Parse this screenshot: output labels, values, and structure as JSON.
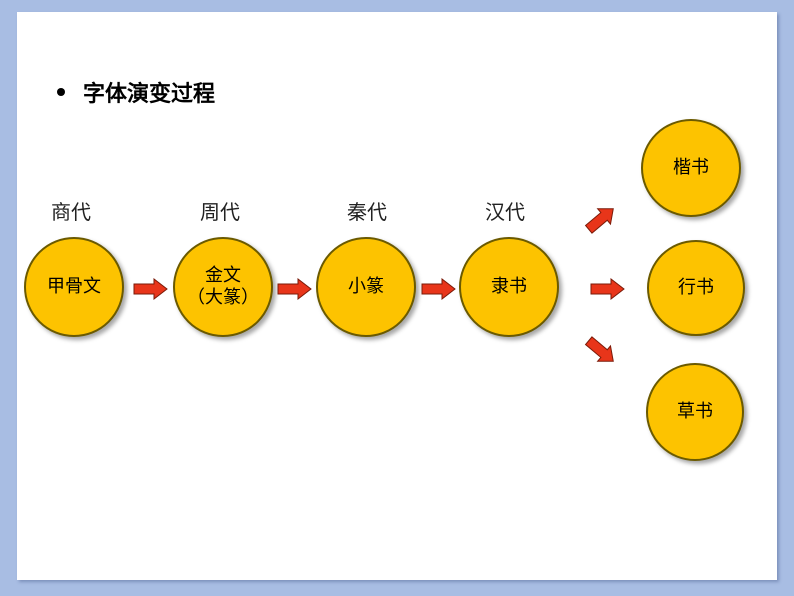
{
  "title": "字体演变过程",
  "colors": {
    "circle_fill": "#fdc300",
    "circle_border": "#6b5a00",
    "arrow_fill": "#e8351a",
    "frame": "#a8bde3"
  },
  "eras": [
    "商代",
    "周代",
    "秦代",
    "汉代"
  ],
  "nodes": {
    "jiaguwen": "甲骨文",
    "jinwen_line1": "金文",
    "jinwen_line2": "（大篆）",
    "xiaozhuan": "小篆",
    "lishu": "隶书",
    "kaishu": "楷书",
    "xingshu": "行书",
    "caoshu": "草书"
  }
}
